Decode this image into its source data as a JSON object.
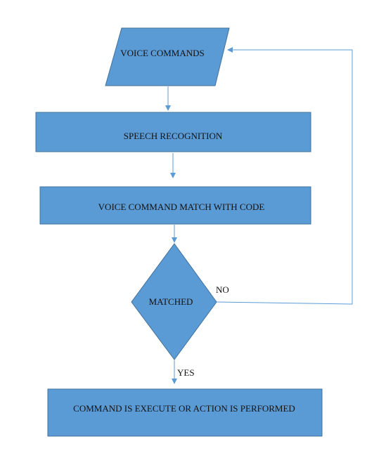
{
  "flowchart": {
    "colors": {
      "shape_fill": "#5b9bd5",
      "shape_stroke": "#41719c",
      "connector": "#5b9bd5",
      "text": "#111111"
    },
    "nodes": {
      "input": "VOICE COMMANDS",
      "recognition": "SPEECH RECOGNITION",
      "match": "VOICE COMMAND MATCH WITH CODE",
      "decision": "MATCHED",
      "result": "COMMAND IS EXECUTE OR  ACTION IS PERFORMED"
    },
    "edge_labels": {
      "no": "NO",
      "yes": "YES"
    }
  }
}
